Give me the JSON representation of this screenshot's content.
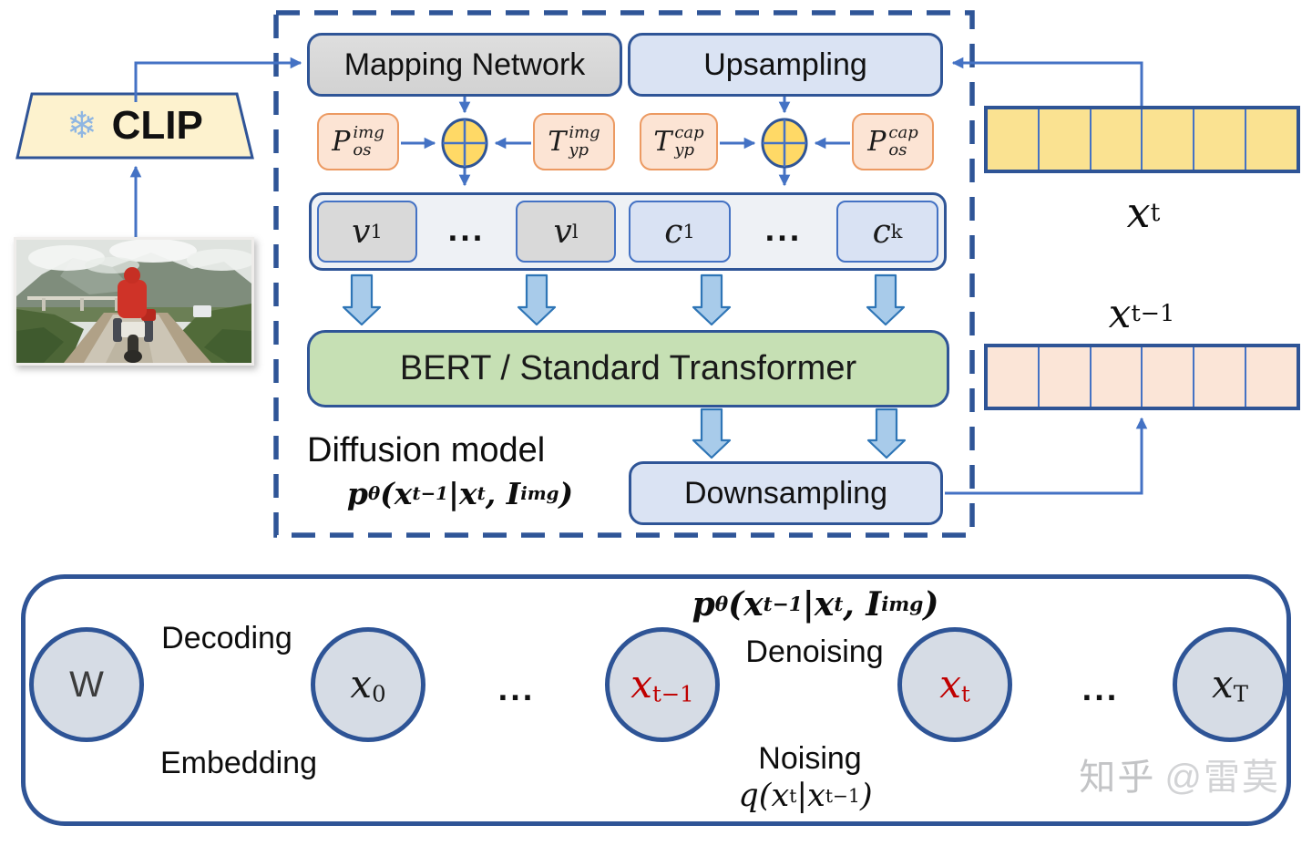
{
  "colors": {
    "navy_border": "#2F5597",
    "arrow_blue": "#4472C4",
    "block_arrow_fill": "#A8CBEA",
    "block_arrow_border": "#2E75B6",
    "gray_box": "#d9d9d9",
    "blue_box": "#dae3f3",
    "green_box": "#c6e0b4",
    "orange_box_fill": "#fce4d4",
    "orange_box_border": "#ec9a62",
    "plus_fill": "#FFD966",
    "clip_fill": "#fdf2ce",
    "xt_vector_fill": "#fae291",
    "xt1_vector_fill": "#fbe5d7",
    "circle_fill": "#D6DCE5",
    "red_text": "#C00000",
    "slate_text": "#44546A"
  },
  "top": {
    "clip": "CLIP",
    "snowflake": "❄",
    "mapping": "Mapping Network",
    "upsampling": "Upsampling",
    "bert": "BERT / Standard Transformer",
    "downsampling": "Downsampling",
    "diffusion": "Diffusion model",
    "pos_img": {
      "b": "P",
      "sup": "img",
      "sub": "os"
    },
    "typ_img": {
      "b": "T",
      "sup": "img",
      "sub": "yp"
    },
    "typ_cap": {
      "b": "T",
      "sup": "cap",
      "sub": "yp"
    },
    "pos_cap": {
      "b": "P",
      "sup": "cap",
      "sub": "os"
    },
    "v1": {
      "b": "v",
      "s": "1"
    },
    "vl": {
      "b": "v",
      "s": "l"
    },
    "c1": {
      "b": "c",
      "s": "1"
    },
    "ck": {
      "b": "c",
      "s": "k"
    },
    "dots": "...",
    "ptheta": {
      "p": "p",
      "th": "θ",
      "a": "(x",
      "s1": "t−1",
      "m": "|x",
      "s2": "t",
      "c": ", I",
      "s3": "img",
      "z": ")"
    }
  },
  "right": {
    "xt": {
      "b": "x",
      "s": "t"
    },
    "xt1": {
      "b": "x",
      "s": "t−1"
    }
  },
  "bottom": {
    "w": "W",
    "x0": {
      "b": "x",
      "s": "0"
    },
    "xt1": {
      "b": "x",
      "s": "t−1"
    },
    "xt": {
      "b": "x",
      "s": "t"
    },
    "xT": {
      "b": "x",
      "s": "T"
    },
    "decoding": "Decoding",
    "embedding": "Embedding",
    "denoising": "Denoising",
    "noising": "Noising",
    "dots": "...",
    "q": {
      "a": "q(x",
      "s1": "t",
      "m": "|x",
      "s2": "t−1",
      "z": ")"
    },
    "ptheta": {
      "p": "p",
      "th": "θ",
      "a": "(x",
      "s1": "t−1",
      "m": "|x",
      "s2": "t",
      "c": ", I",
      "s3": "img",
      "z": ")"
    },
    "watermark_site": "知乎",
    "watermark_user": "@雷莫"
  }
}
